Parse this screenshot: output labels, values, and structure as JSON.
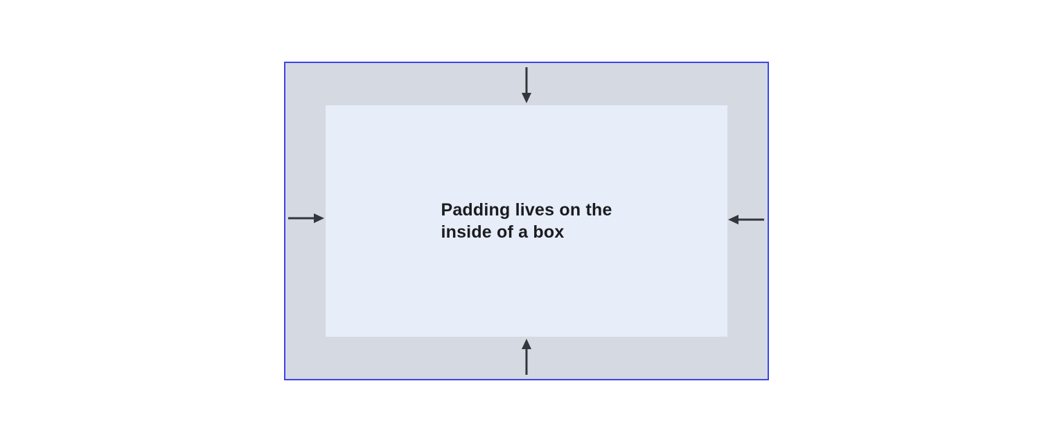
{
  "diagram": {
    "title": "padding-box-diagram",
    "label": {
      "line1": "Padding lives on the",
      "line2": "inside of a box"
    },
    "arrows": {
      "top": "inward-from-top",
      "right": "inward-from-right",
      "bottom": "inward-from-bottom",
      "left": "inward-from-left"
    },
    "colors": {
      "background": "#ffffff",
      "border": "#3a44e8",
      "padding_area": "#d4d9e2",
      "content_box": "#e8edfa",
      "arrow": "#33363b",
      "text": "#1b1c1f"
    }
  }
}
